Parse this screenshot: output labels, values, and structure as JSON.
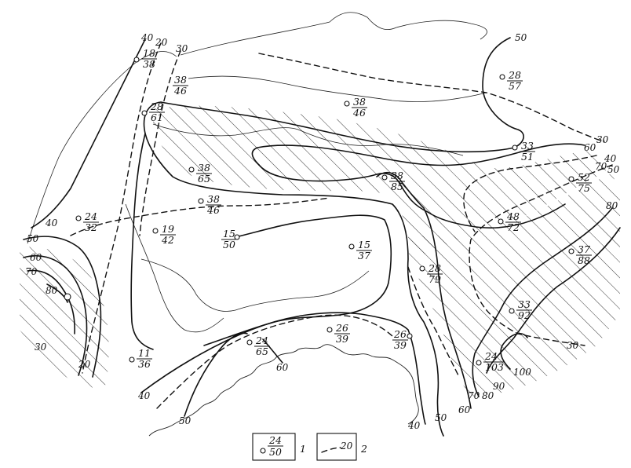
{
  "stations": [
    {
      "top": "18",
      "bottom": "38"
    },
    {
      "top": "38",
      "bottom": "46"
    },
    {
      "top": "28",
      "bottom": "61"
    },
    {
      "top": "38",
      "bottom": "46"
    },
    {
      "top": "28",
      "bottom": "57"
    },
    {
      "top": "33",
      "bottom": "51"
    },
    {
      "top": "38",
      "bottom": "65"
    },
    {
      "top": "38",
      "bottom": "46"
    },
    {
      "top": "38",
      "bottom": "85"
    },
    {
      "top": "52",
      "bottom": "75"
    },
    {
      "top": "24",
      "bottom": "32"
    },
    {
      "top": "19",
      "bottom": "42"
    },
    {
      "top": "15",
      "bottom": "50"
    },
    {
      "top": "48",
      "bottom": "72"
    },
    {
      "top": "15",
      "bottom": "37"
    },
    {
      "top": "37",
      "bottom": "88"
    },
    {
      "top": "28",
      "bottom": "79"
    },
    {
      "top": "33",
      "bottom": "92"
    },
    {
      "top": "26",
      "bottom": "39"
    },
    {
      "top": "26",
      "bottom": "39"
    },
    {
      "top": "24",
      "bottom": "65"
    },
    {
      "top": "11",
      "bottom": "36"
    },
    {
      "top": "24",
      "bottom": "103"
    }
  ],
  "isoline_labels": [
    "40",
    "20",
    "30",
    "50",
    "30",
    "60",
    "40",
    "70",
    "50",
    "80",
    "40",
    "50",
    "60",
    "70",
    "80",
    "30",
    "20",
    "40",
    "50",
    "60",
    "30",
    "100",
    "90",
    "80",
    "70",
    "60",
    "50",
    "40"
  ],
  "legend": {
    "item1": {
      "top": "24",
      "bottom": "50",
      "number": "1"
    },
    "item2": {
      "value": "20",
      "number": "2"
    }
  }
}
